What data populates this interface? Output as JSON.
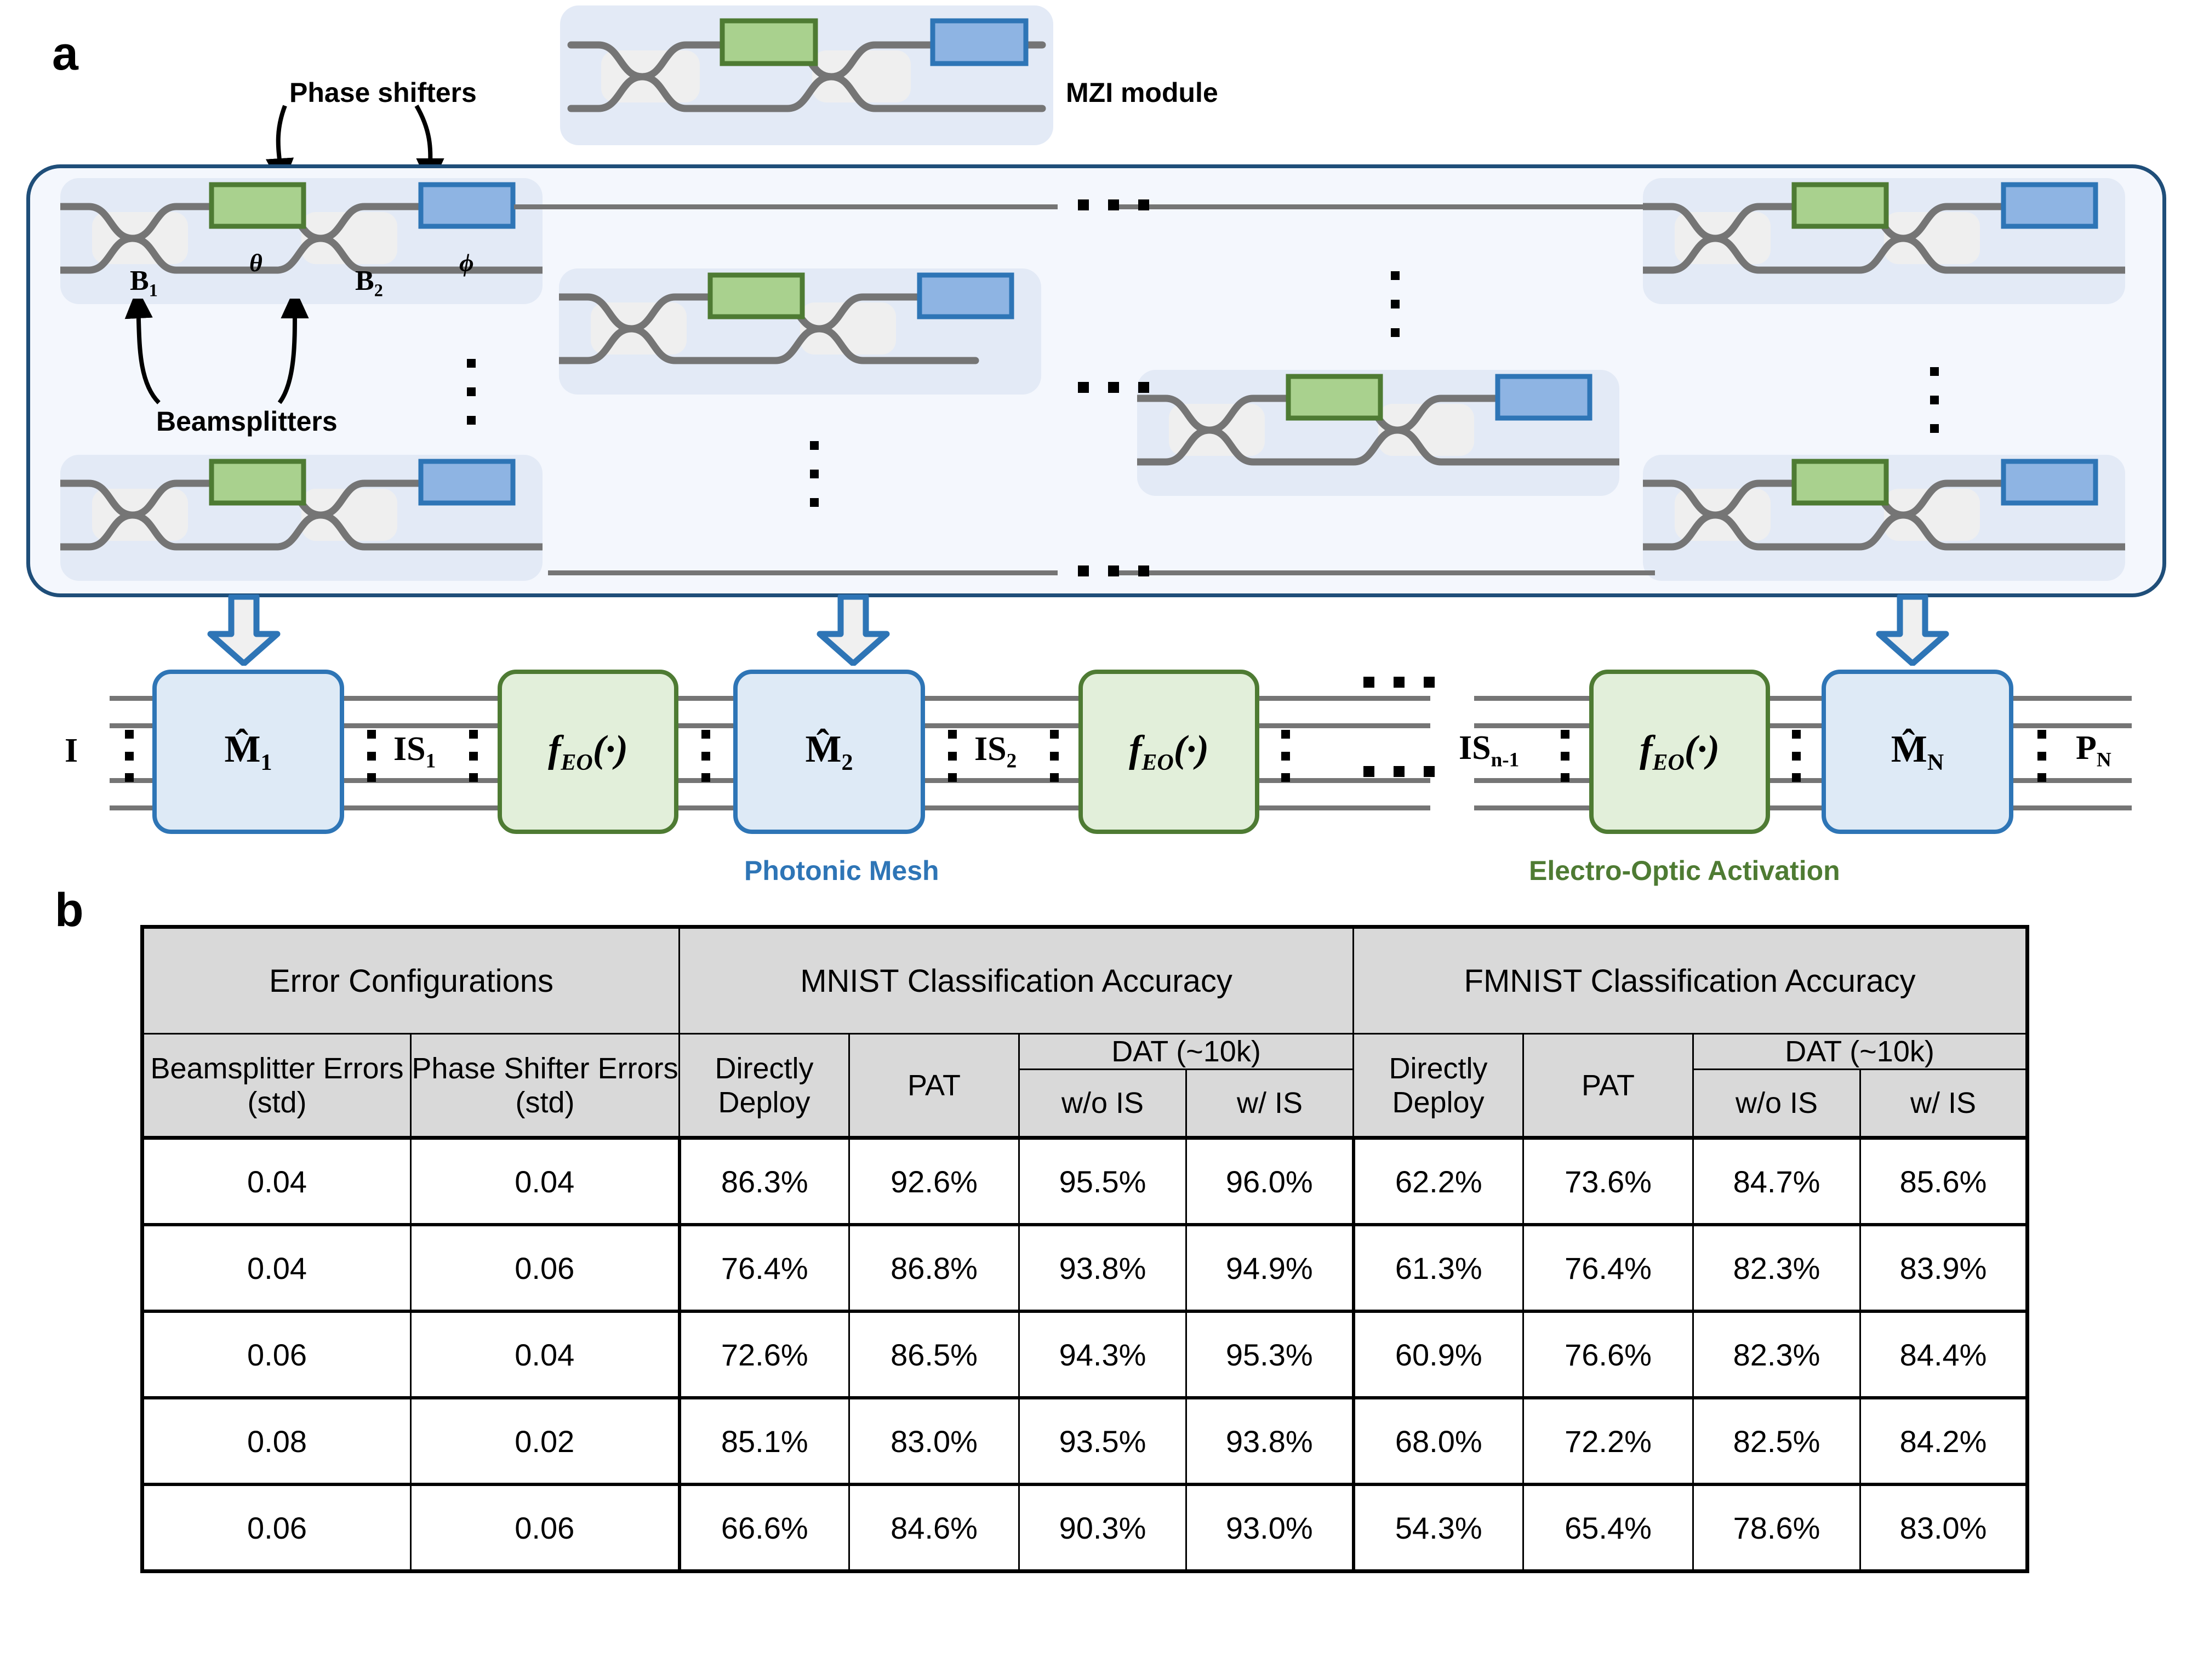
{
  "panels": {
    "a_letter": "a",
    "b_letter": "b"
  },
  "panel_a": {
    "annotations": {
      "phase_shifters": "Phase shifters",
      "beamsplitters": "Beamsplitters",
      "mzi_module": "MZI module",
      "theta": "θ",
      "phi": "ϕ",
      "b1": "B",
      "b1_sub": "1",
      "b2": "B",
      "b2_sub": "2"
    },
    "network": {
      "input_label": "I",
      "output_label": "P",
      "output_sub": "N",
      "blocks": [
        {
          "kind": "mesh",
          "label": "M̂",
          "sub": "1",
          "name": "mesh-block-1"
        },
        {
          "kind": "interstage",
          "label": "IS",
          "sub": "1",
          "name": "is-label-1"
        },
        {
          "kind": "activation",
          "label": "f",
          "sub": "EO",
          "suffix": "(·)",
          "name": "activation-block-1"
        },
        {
          "kind": "mesh",
          "label": "M̂",
          "sub": "2",
          "name": "mesh-block-2"
        },
        {
          "kind": "interstage",
          "label": "IS",
          "sub": "2",
          "name": "is-label-2"
        },
        {
          "kind": "activation",
          "label": "f",
          "sub": "EO",
          "suffix": "(·)",
          "name": "activation-block-2"
        },
        {
          "kind": "interstage",
          "label": "IS",
          "sub": "n-1",
          "name": "is-label-n-1"
        },
        {
          "kind": "activation",
          "label": "f",
          "sub": "EO",
          "suffix": "(·)",
          "name": "activation-block-n"
        },
        {
          "kind": "mesh",
          "label": "M̂",
          "sub": "N",
          "name": "mesh-block-N"
        }
      ],
      "legend_photonic_mesh": "Photonic Mesh",
      "legend_eo_activation": "Electro-Optic Activation"
    },
    "colors": {
      "phase_shifter_theta_fill": "#A9D18E",
      "phase_shifter_theta_border": "#4E7B33",
      "phase_shifter_phi_fill": "#8EB4E3",
      "phase_shifter_phi_border": "#2E75B6",
      "mzi_module_bg": "#E3EAF6",
      "mesh_outer_border": "#1F4E79",
      "mesh_outer_bg": "#F4F7FD",
      "waveguide": "#757575",
      "coupler_bg": "#EFEFEF",
      "mesh_block_fill": "#DEEAF6",
      "mesh_block_border": "#2E75B6",
      "activation_fill": "#E2EFDA",
      "activation_border": "#4E7B33",
      "arrow_fill": "#F0F0F0",
      "arrow_border": "#2E75B6"
    }
  },
  "table": {
    "group_headers": [
      {
        "label": "Error Configurations",
        "colspan": 2
      },
      {
        "label": "MNIST Classification Accuracy",
        "colspan": 4
      },
      {
        "label": "FMNIST Classification Accuracy",
        "colspan": 4
      }
    ],
    "sub_headers_row1": [
      {
        "label": "Beamsplitter Errors (std)",
        "rowspan": 2
      },
      {
        "label": "Phase Shifter Errors (std)",
        "rowspan": 2
      },
      {
        "label": "Directly Deploy",
        "rowspan": 2
      },
      {
        "label": "PAT",
        "rowspan": 2
      },
      {
        "label": "DAT (~10k)",
        "colspan": 2
      },
      {
        "label": "Directly Deploy",
        "rowspan": 2
      },
      {
        "label": "PAT",
        "rowspan": 2
      },
      {
        "label": "DAT (~10k)",
        "colspan": 2
      }
    ],
    "sub_headers_row2": [
      "w/o IS",
      "w/ IS",
      "w/o IS",
      "w/ IS"
    ],
    "rows": [
      {
        "bs_err": "0.04",
        "ps_err": "0.04",
        "mnist": {
          "direct": "86.3%",
          "pat": "92.6%",
          "dat_wo_is": "95.5%",
          "dat_w_is": "96.0%"
        },
        "fmnist": {
          "direct": "62.2%",
          "pat": "73.6%",
          "dat_wo_is": "84.7%",
          "dat_w_is": "85.6%"
        }
      },
      {
        "bs_err": "0.04",
        "ps_err": "0.06",
        "mnist": {
          "direct": "76.4%",
          "pat": "86.8%",
          "dat_wo_is": "93.8%",
          "dat_w_is": "94.9%"
        },
        "fmnist": {
          "direct": "61.3%",
          "pat": "76.4%",
          "dat_wo_is": "82.3%",
          "dat_w_is": "83.9%"
        }
      },
      {
        "bs_err": "0.06",
        "ps_err": "0.04",
        "mnist": {
          "direct": "72.6%",
          "pat": "86.5%",
          "dat_wo_is": "94.3%",
          "dat_w_is": "95.3%"
        },
        "fmnist": {
          "direct": "60.9%",
          "pat": "76.6%",
          "dat_wo_is": "82.3%",
          "dat_w_is": "84.4%"
        }
      },
      {
        "bs_err": "0.08",
        "ps_err": "0.02",
        "mnist": {
          "direct": "85.1%",
          "pat": "83.0%",
          "dat_wo_is": "93.5%",
          "dat_w_is": "93.8%"
        },
        "fmnist": {
          "direct": "68.0%",
          "pat": "72.2%",
          "dat_wo_is": "82.5%",
          "dat_w_is": "84.2%"
        }
      },
      {
        "bs_err": "0.06",
        "ps_err": "0.06",
        "mnist": {
          "direct": "66.6%",
          "pat": "84.6%",
          "dat_wo_is": "90.3%",
          "dat_w_is": "93.0%"
        },
        "fmnist": {
          "direct": "54.3%",
          "pat": "65.4%",
          "dat_wo_is": "78.6%",
          "dat_w_is": "83.0%"
        }
      }
    ]
  }
}
